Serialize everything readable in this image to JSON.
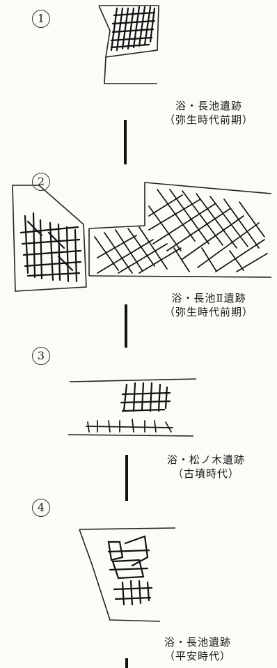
{
  "sections": [
    {
      "number": "1",
      "site": "浴・長池遺跡",
      "period": "（弥生時代前期）"
    },
    {
      "number": "2",
      "site": "浴・長池Ⅱ遺跡",
      "period": "（弥生時代前期）"
    },
    {
      "number": "3",
      "site": "浴・松ノ木遺跡",
      "period": "（古墳時代）"
    },
    {
      "number": "4",
      "site": "浴・長池遺跡",
      "period": "（平安時代）"
    }
  ]
}
